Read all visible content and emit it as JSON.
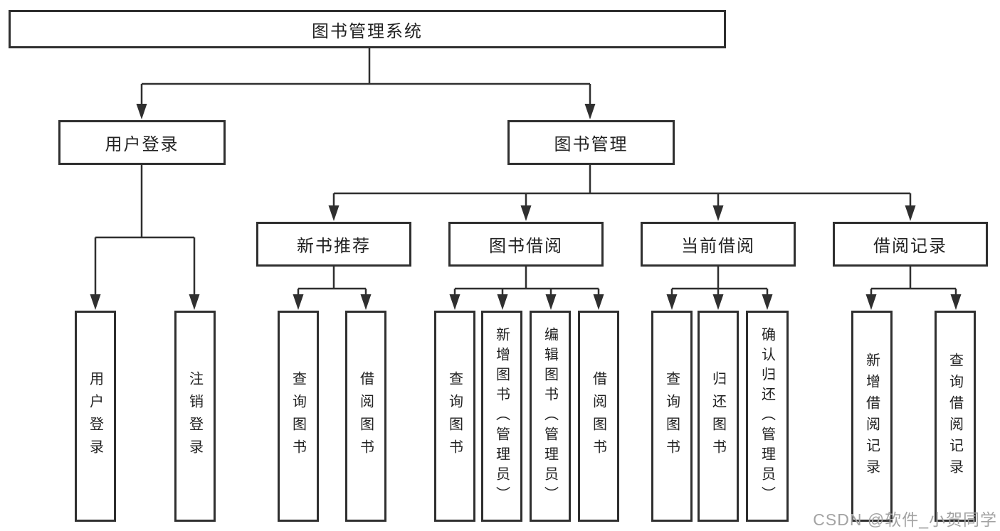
{
  "diagram": {
    "root": {
      "label": "图书管理系统"
    },
    "level2": [
      {
        "label": "用户登录"
      },
      {
        "label": "图书管理"
      }
    ],
    "level3": [
      {
        "label": "新书推荐"
      },
      {
        "label": "图书借阅"
      },
      {
        "label": "当前借阅"
      },
      {
        "label": "借阅记录"
      }
    ],
    "level4": [
      {
        "label": "用户登录"
      },
      {
        "label": "注销登录"
      },
      {
        "label": "查询图书"
      },
      {
        "label": "借阅图书"
      },
      {
        "label": "查询图书"
      },
      {
        "label": "新增图书（管理员）"
      },
      {
        "label": "编辑图书（管理员）"
      },
      {
        "label": "借阅图书"
      },
      {
        "label": "查询图书"
      },
      {
        "label": "归还图书"
      },
      {
        "label": "确认归还（管理员）"
      },
      {
        "label": "新增借阅记录"
      },
      {
        "label": "查询借阅记录"
      }
    ]
  },
  "watermark": {
    "text": "CSDN @软件_小贺同学"
  },
  "colors": {
    "line": "#2f2f2f",
    "box_border": "#2f2f2f",
    "text": "#222222",
    "watermark": "#a3a3a3",
    "background": "#ffffff"
  }
}
